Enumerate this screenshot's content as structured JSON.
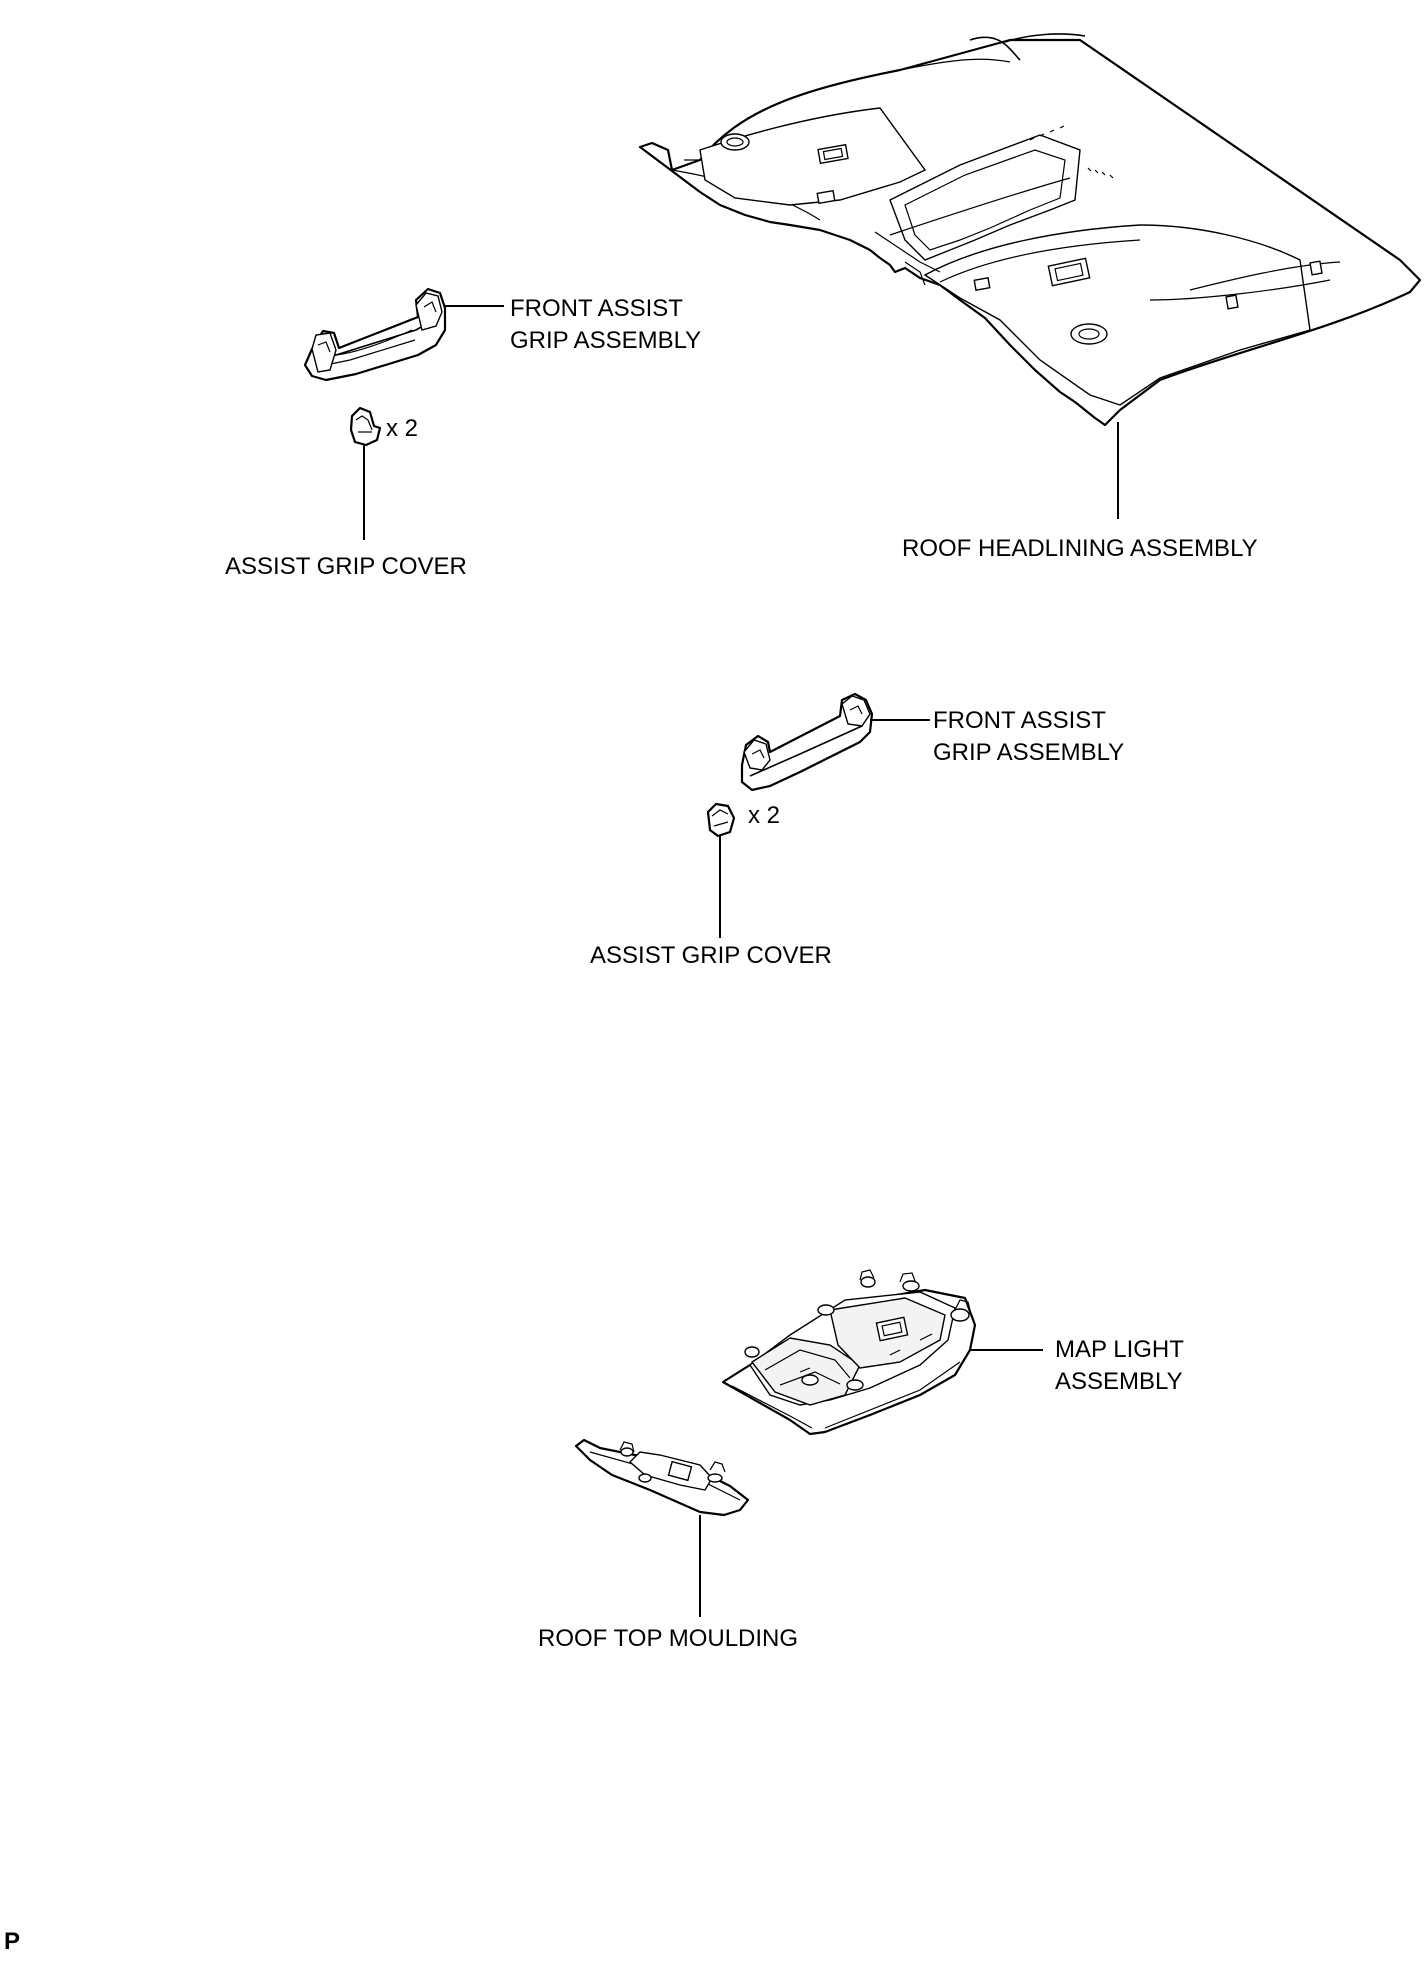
{
  "labels": {
    "front_assist_grip_1_line1": "FRONT ASSIST",
    "front_assist_grip_1_line2": "GRIP ASSEMBLY",
    "quantity_1": "x 2",
    "assist_grip_cover_1": "ASSIST GRIP COVER",
    "roof_headlining": "ROOF HEADLINING ASSEMBLY",
    "front_assist_grip_2_line1": "FRONT ASSIST",
    "front_assist_grip_2_line2": "GRIP ASSEMBLY",
    "quantity_2": "x 2",
    "assist_grip_cover_2": "ASSIST GRIP COVER",
    "map_light_line1": "MAP LIGHT",
    "map_light_line2": "ASSEMBLY",
    "roof_top_moulding": "ROOF TOP MOULDING",
    "corner_mark": "P"
  }
}
